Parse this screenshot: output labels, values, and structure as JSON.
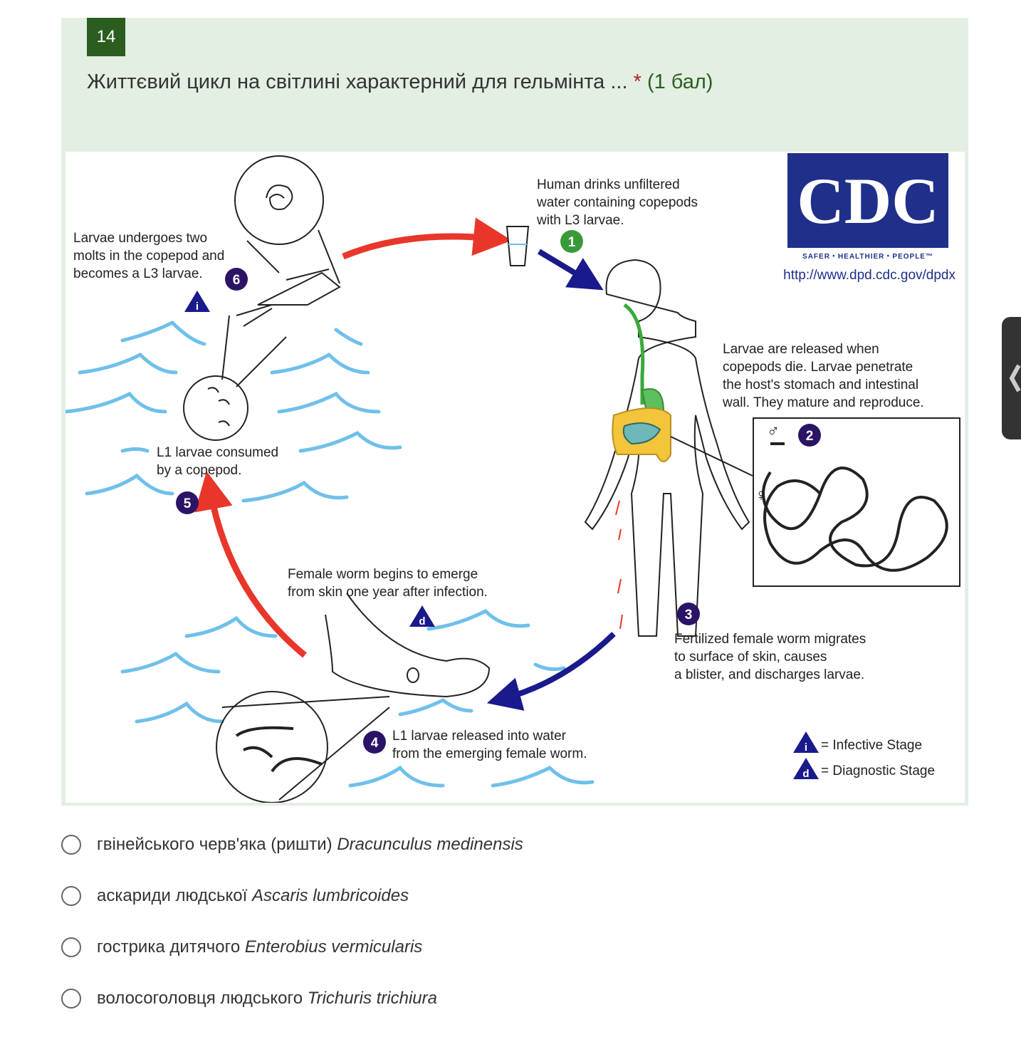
{
  "question": {
    "number": "14",
    "title": "Життєвий цикл на світлині характерний для гельмінта ...",
    "required_mark": "*",
    "points": "(1 бал)"
  },
  "figure": {
    "logo_text": "CDC",
    "logo_tagline": "SAFER・HEALTHIER・PEOPLE™",
    "url": "http://www.dpd.cdc.gov/dpdx",
    "step1": [
      "Human drinks unfiltered",
      "water containing copepods",
      "with L3 larvae."
    ],
    "step2": [
      "Larvae are released when",
      "copepods die.  Larvae penetrate",
      "the host's stomach and intestinal",
      "wall.  They mature and reproduce."
    ],
    "step3": [
      "Fertilized female worm migrates",
      "to surface of skin, causes",
      "a blister, and discharges larvae."
    ],
    "step4": [
      "L1 larvae released into water",
      "from the emerging female worm."
    ],
    "step5": [
      "L1 larvae consumed",
      "by a copepod."
    ],
    "step6": [
      "Larvae undergoes two",
      "molts in the copepod and",
      "becomes a L3 larvae."
    ],
    "emerge": [
      "Female worm begins to emerge",
      "from skin one year after infection."
    ],
    "numbers": [
      "1",
      "2",
      "3",
      "4",
      "5",
      "6"
    ],
    "infective_letter": "i",
    "diagnostic_letter": "d",
    "male_symbol": "♂",
    "female_symbol": "♀",
    "legend_infective": "= Infective Stage",
    "legend_diagnostic": "= Diagnostic Stage",
    "colors": {
      "water": "#6fc0ea",
      "red_arrow": "#e8372a",
      "blue_arrow": "#1a1a8c",
      "step_circle": "#2b1466",
      "step1_circle": "#3a9a3a",
      "cdc_blue": "#1f2f8a"
    }
  },
  "options": [
    {
      "plain": "гвінейського черв'яка (ришти) ",
      "latin": "Dracunculus medinensis"
    },
    {
      "plain": "аскариди людської ",
      "latin": "Ascaris lumbricoides"
    },
    {
      "plain": "гострика дитячого ",
      "latin": "Enterobius vermicularis"
    },
    {
      "plain": "волосоголовця людського ",
      "latin": "Trichuris trichiura"
    }
  ],
  "side_tab_icon": "chevron-left-icon"
}
